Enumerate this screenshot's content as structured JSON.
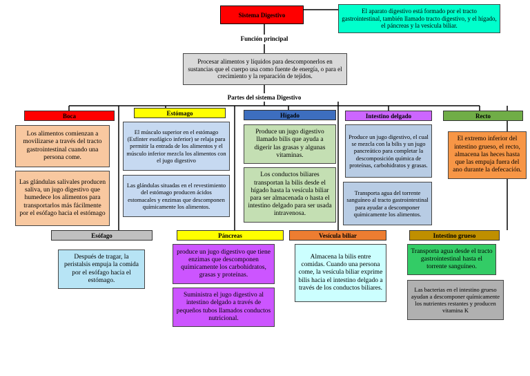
{
  "title": "Sistema Digestivo",
  "intro": "El aparato digestivo está formado por el tracto gastrointestinal, también llamado tracto digestivo, y el hígado, el páncreas y la vesícula biliar.",
  "function_label": "Función principal",
  "function_text": "Procesar alimentos y líquidos para descomponerlos en sustancias que el cuerpo usa como fuente de energía, o para el crecimiento y la reparación de tejidos.",
  "parts_label": "Partes del sistema Digestivo",
  "boca": {
    "label": "Boca",
    "text1": "Los alimentos comienzan a movilizarse a través del tracto gastrointestinal cuando una persona come.",
    "text2": "Las glándulas salivales producen saliva, un jugo digestivo que humedece los alimentos para transportarlos más fácilmente por el esófago hacia el estómago"
  },
  "estomago": {
    "label": "Estómago",
    "text1": "El músculo superior en el estómago (Esfínter esofágico inferior) se relaja para permitir la entrada de los alimentos y el músculo inferior mezcla los alimentos con el jugo digestivo",
    "text2": "Las glándulas situadas en el revestimiento del estómago producen ácidos estomacales y enzimas que descomponen químicamente los alimentos."
  },
  "higado": {
    "label": "Hígado",
    "text1": "Produce un jugo digestivo llamado bilis que ayuda a digerir las grasas y algunas vitaminas.",
    "text2": "Los conductos biliares transportan la bilis desde el hígado hasta la vesícula biliar para ser almacenada o hasta el intestino delgado para ser usada intravenosa."
  },
  "intestino_delgado": {
    "label": "Intestino delgado",
    "text1": "Produce un jugo digestivo, el cual se mezcla con la bilis y un jugo pancreático para completar la descomposición química de proteínas, carbohidratos y grasas.",
    "text2": "Transporta agua del torrente sanguíneo al tracto gastrointestinal para ayudar a descomponer químicamente los alimentos."
  },
  "recto": {
    "label": "Recto",
    "text1": "El extremo inferior del intestino grueso, el recto, almacena las heces hasta que las empuja fuera del ano durante la defecación."
  },
  "esofago": {
    "label": "Esófago",
    "text1": "Después de tragar, la peristalsis empuja la comida por el esófago hacia el estómago."
  },
  "pancreas": {
    "label": "Páncreas",
    "text1": "produce un jugo digestivo que tiene enzimas que descomponen químicamente los carbohidratos, grasas y proteínas.",
    "text2": "Suministra el jugo digestivo al intestino delgado a través de pequeños tubos llamados conductos nutricional."
  },
  "vesicula": {
    "label": "Vesícula biliar",
    "text1": "Almacena la bilis entre comidas. Cuando una persona come, la vesícula biliar exprime bilis hacia el intestino delgado a través de los conductos biliares."
  },
  "intestino_grueso": {
    "label": "Intestino grueso",
    "text1": "Transporta agua desde el tracto gastrointestinal hasta el torrente sanguíneo.",
    "text2": "Las bacterias en el intestino grueso ayudan a descomponer químicamente los nutrientes restantes y producen vitamina K"
  },
  "colors": {
    "title": "#ff0000",
    "intro": "#00ffcc",
    "function": "#d9d9d9",
    "boca_hdr": "#ff0000",
    "boca_box": "#f8c8a0",
    "estomago_hdr": "#ffff00",
    "estomago_box": "#c6d9f1",
    "higado_hdr": "#3d6ebf",
    "higado_box": "#c4dfb3",
    "delgado_hdr": "#cc66ff",
    "delgado_box": "#b8cce4",
    "recto_hdr": "#70ad47",
    "recto_box": "#f79646",
    "esofago_hdr": "#c0c0c0",
    "esofago_box": "#b7e4f5",
    "pancreas_hdr": "#ffff00",
    "pancreas_box": "#cc55ff",
    "vesicula_hdr": "#ed7d31",
    "vesicula_box": "#ccffff",
    "grueso_hdr": "#bf8f00",
    "grueso_box1": "#33cc66",
    "grueso_box2": "#b0b0b0"
  }
}
